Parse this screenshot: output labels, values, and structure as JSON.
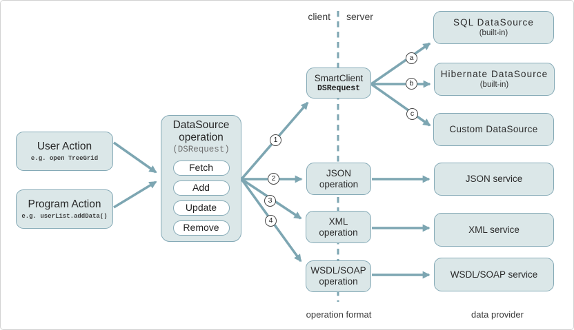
{
  "labels": {
    "client": "client",
    "server": "server",
    "operation_format": "operation format",
    "data_provider": "data provider"
  },
  "nodes": {
    "user_action": {
      "title": "User Action",
      "example": "e.g. open TreeGrid"
    },
    "program_action": {
      "title": "Program Action",
      "example": "e.g. userList.addData()"
    },
    "datasource_operation": {
      "title_line1": "DataSource",
      "title_line2": "operation",
      "request_type": "(DSRequest)",
      "operations": [
        "Fetch",
        "Add",
        "Update",
        "Remove"
      ]
    },
    "smartclient": {
      "title": "SmartClient",
      "request_type": "DSRequest"
    },
    "sql_datasource": {
      "title": "SQL DataSource",
      "note": "(built-in)"
    },
    "hibernate_datasource": {
      "title": "Hibernate DataSource",
      "note": "(built-in)"
    },
    "custom_datasource": {
      "title": "Custom DataSource"
    },
    "json_operation": {
      "line1": "JSON",
      "line2": "operation"
    },
    "xml_operation": {
      "line1": "XML",
      "line2": "operation"
    },
    "wsdl_operation": {
      "line1": "WSDL/SOAP",
      "line2": "operation"
    },
    "json_service": {
      "title": "JSON service"
    },
    "xml_service": {
      "title": "XML service"
    },
    "wsdl_service": {
      "title": "WSDL/SOAP service"
    }
  },
  "connectors": {
    "numbered": [
      "1",
      "2",
      "3",
      "4"
    ],
    "lettered": [
      "a",
      "b",
      "c"
    ]
  },
  "colors": {
    "node_fill": "#dbe7e8",
    "node_border": "#84a9b6",
    "connector": "#7da6b2",
    "text": "#2e2e2e",
    "muted_mono": "#6f6f6f"
  }
}
